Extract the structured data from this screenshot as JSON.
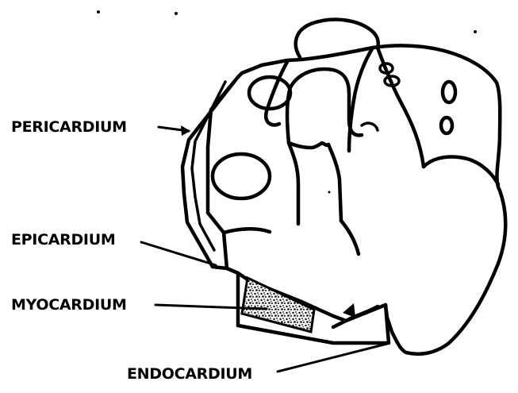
{
  "labels": {
    "pericardium": "PERICARDIUM",
    "epicardium": "EPICARDIUM",
    "myocardium": "MYOCARDIUM",
    "endocardium": "ENDOCARDIUM"
  },
  "colors": {
    "ink": "#000000",
    "background": "#ffffff"
  }
}
